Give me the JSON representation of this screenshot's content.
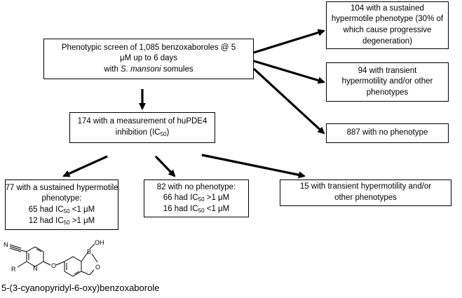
{
  "main_box": {
    "line1": "Phenotypic screen of 1,085 benzoxaboroles @ 5",
    "line2": "μM up to 6 days",
    "line3_pre": "with ",
    "line3_italic": "S. mansoni",
    "line3_post": " somules"
  },
  "right_boxes": {
    "sustained": {
      "line1": "104 with a sustained",
      "line2": "hypermotile phenotype (30% of",
      "line3": "which cause progressive",
      "line4": "degeneration)"
    },
    "transient": {
      "line1": "94 with transient",
      "line2": "hypermotility and/or other",
      "line3": "phenotypes"
    },
    "none": {
      "line1": "887 with no phenotype"
    }
  },
  "pde4_box": {
    "line1": "174 with a measurement of huPDE4",
    "line2_pre": "inhibition (IC",
    "line2_sub": "50",
    "line2_post": ")"
  },
  "bottom_boxes": {
    "sustained": {
      "line1": "77 with a sustained hypermotile",
      "line2": "phenotype:",
      "line3_pre": "65 had IC",
      "line3_sub": "50",
      "line3_post": " <1 μM",
      "line4_pre": "12 had IC",
      "line4_sub": "50",
      "line4_post": " >1 μM"
    },
    "none": {
      "line1": "82 with no phenotype:",
      "line2_pre": "66 had IC",
      "line2_sub": "50",
      "line2_post": " >1 μM",
      "line3_pre": "16 had IC",
      "line3_sub": "50",
      "line3_post": " <1 μM"
    },
    "transient": {
      "line1": "15 with transient hypermotility and/or",
      "line2": "other phenotypes"
    }
  },
  "structure": {
    "atom_n_nitrile": "N",
    "atom_n_ring": "N",
    "atom_r": "R",
    "atom_o_ether": "O",
    "atom_b": "B",
    "atom_oh": "OH",
    "atom_o_ring": "O"
  },
  "caption": "5-(3-cyanopyridyl-6-oxy)benzoxaborole"
}
